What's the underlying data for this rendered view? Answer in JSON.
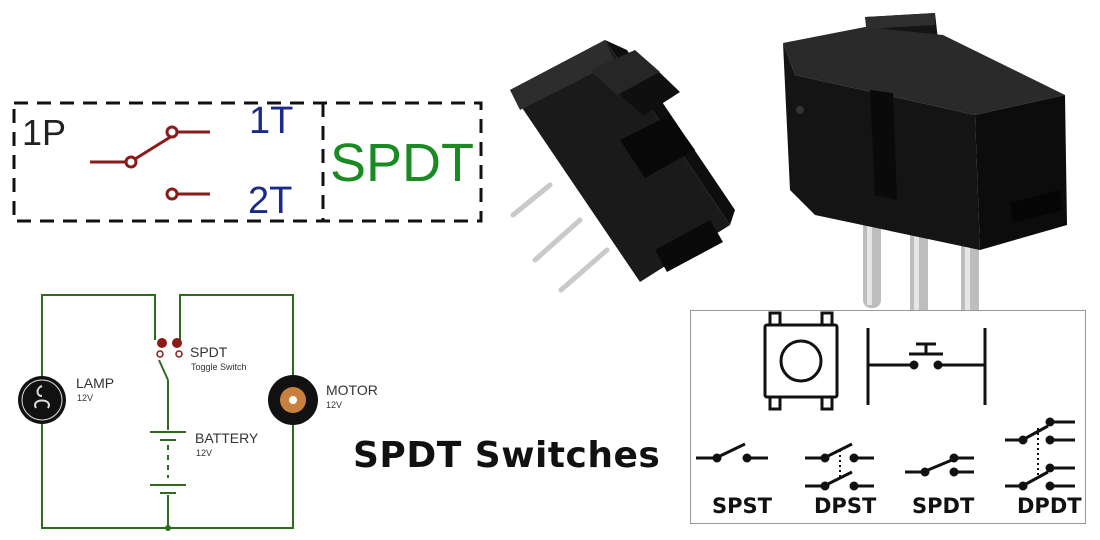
{
  "pole_box": {
    "pole_label": "1P",
    "throw1_label": "1T",
    "throw2_label": "2T",
    "type_label": "SPDT"
  },
  "circuit": {
    "switch_label": "SPDT",
    "switch_sublabel": "Toggle Switch",
    "lamp_label": "LAMP",
    "lamp_voltage": "12V",
    "motor_label": "MOTOR",
    "motor_voltage": "12V",
    "battery_label": "BATTERY",
    "battery_voltage": "12V"
  },
  "caption": "SPDT Switches",
  "symbols": {
    "labels": [
      "SPST",
      "DPST",
      "SPDT",
      "DPDT"
    ]
  },
  "colors": {
    "switch_red": "#8b1a1a",
    "wire_green": "#2e6b1f",
    "throw_blue": "#1a2a8a",
    "spdt_green": "#1a8a22"
  }
}
